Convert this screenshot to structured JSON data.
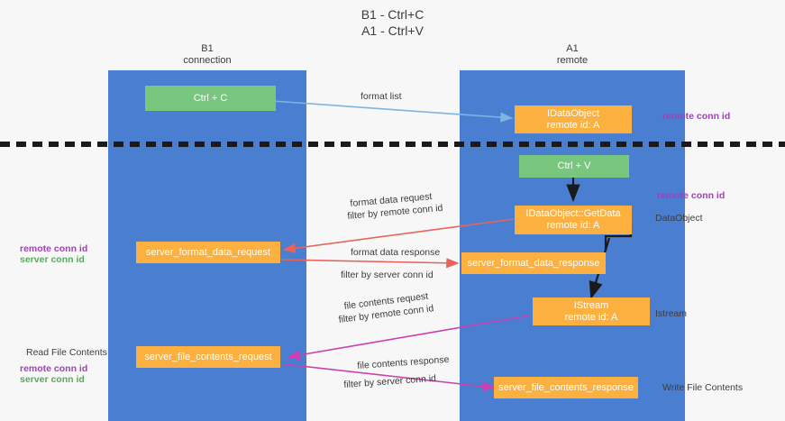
{
  "title": "B1 - Ctrl+C\nA1 - Ctrl+V",
  "columns": {
    "left": "B1\nconnection",
    "right": "A1\nremote"
  },
  "nodes": {
    "ctrl_c": "Ctrl + C",
    "ctrl_v": "Ctrl + V",
    "idataobject": "IDataObject\nremote id: A",
    "idataobject_getdata": "IDataObject::GetData\nremote id: A",
    "istream": "IStream\nremote id: A",
    "server_format_data_request": "server_format_data_request",
    "server_format_data_response": "server_format_data_response",
    "server_file_contents_request": "server_file_contents_request",
    "server_file_contents_response": "server_file_contents_response"
  },
  "edges": {
    "format_list": "format list",
    "format_data_request": "format data request",
    "format_data_request_filter_prefix": "filter by ",
    "format_data_request_filter_key": "remote conn id",
    "format_data_response": "format data response",
    "format_data_response_filter_prefix": "filter by ",
    "format_data_response_filter_key": "server conn id",
    "file_contents_request": "file contents request",
    "file_contents_request_filter_prefix": "filter by ",
    "file_contents_request_filter_key": "remote conn id",
    "file_contents_response": "file contents response",
    "file_contents_response_filter_prefix": "filter by ",
    "file_contents_response_filter_key": "server conn id"
  },
  "annotations": {
    "right_remote_conn_id_top": "remote conn id",
    "right_remote_conn_id_mid": "remote conn id",
    "right_dataobject": "DataObject",
    "right_istream": "Istream",
    "right_write_file_contents": "Write File Contents",
    "left_remote_conn_id": "remote conn id",
    "left_server_conn_id": "server conn id",
    "left_read_file_contents": "Read File Contents",
    "left_remote_conn_id_2": "remote conn id",
    "left_server_conn_id_2": "server conn id"
  },
  "colors": {
    "lane": "#4a7ed0",
    "node_green": "#79c67f",
    "node_orange": "#fbb040",
    "key_remote": "#a33fb8",
    "key_server": "#5aa85f",
    "wire_format_list": "#7fb3e0",
    "wire_red": "#e8645a",
    "wire_magenta": "#cc3fb0",
    "wire_black": "#1a1a1a",
    "background": "#f7f7f7"
  }
}
